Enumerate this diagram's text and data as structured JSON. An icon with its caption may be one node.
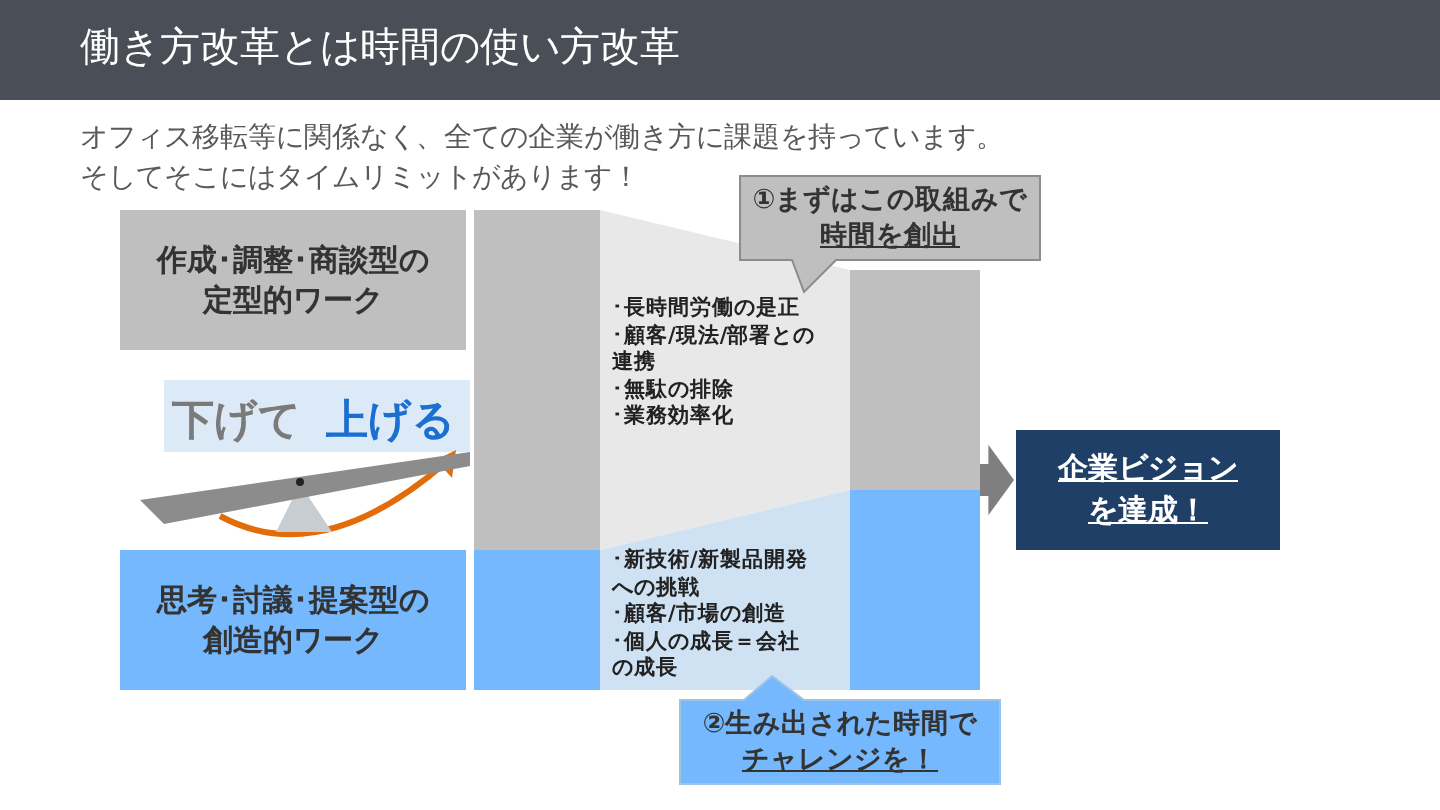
{
  "diagram": {
    "title": "働き方改革とは時間の使い方改革",
    "nodes": [
      {
        "text": [
          "作成･調整･商談型の定型的ワーク"
        ]
      },
      {
        "text": [
          "思考･討議･提案型の創造的ワーク"
        ]
      },
      {
        "text": [],
        "shape": "bar"
      },
      {
        "text": [
          "･長時間労働の是正",
          "･顧客/現法/部署との連携",
          "･無駄の排除",
          "･業務効率化"
        ]
      },
      {
        "text": [
          "･新技術/新製品開発への挑戦",
          "･顧客/市場の創造",
          "･個人の成長＝会社の成長"
        ]
      },
      {
        "text": [],
        "shape": "bar"
      },
      {
        "text": [
          "①まずはこの取組みで",
          "時間を創出"
        ]
      },
      {
        "text": [
          "②生み出された時間で",
          "チャレンジを！"
        ]
      },
      {
        "text": [
          "企業ビジョンを達成！"
        ]
      }
    ],
    "edges": [
      {
        "from": 5,
        "to": 8,
        "arrow": "to"
      }
    ],
    "labels": [
      "オフィス移転等に関係なく、全ての企業が働き方に課題を持っています。",
      "そしてそこにはタイムリミットがあります！",
      "下げて",
      "上げる"
    ]
  }
}
